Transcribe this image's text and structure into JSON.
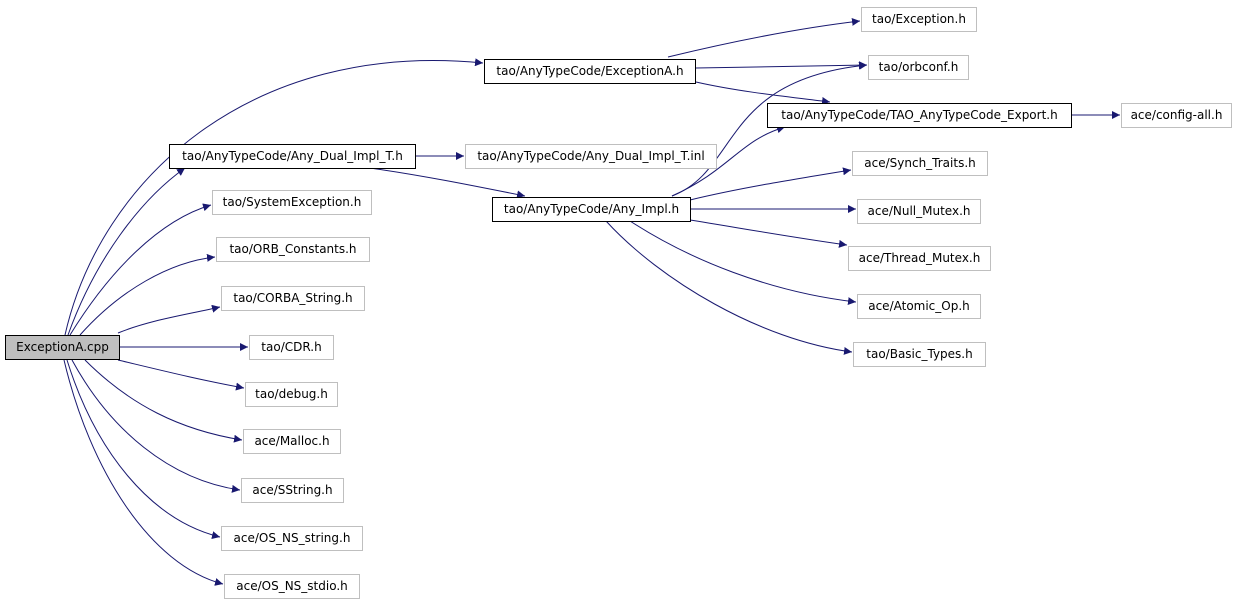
{
  "graph": {
    "colors": {
      "edge": "#191970",
      "node_border_external": "#bfbfbf",
      "node_border_internal": "#000000",
      "root_fill": "#bfbfbf"
    },
    "nodes": {
      "exceptiona_cpp": "ExceptionA.cpp",
      "tao_anytypecode_exceptiona_h": "tao/AnyTypeCode/ExceptionA.h",
      "tao_exception_h": "tao/Exception.h",
      "tao_orbconf_h": "tao/orbconf.h",
      "tao_anytypecode_tao_anytypecode_export_h": "tao/AnyTypeCode/TAO_AnyTypeCode_Export.h",
      "ace_config_all_h": "ace/config-all.h",
      "tao_anytypecode_any_dual_impl_t_h": "tao/AnyTypeCode/Any_Dual_Impl_T.h",
      "tao_anytypecode_any_dual_impl_t_inl": "tao/AnyTypeCode/Any_Dual_Impl_T.inl",
      "tao_anytypecode_any_impl_h": "tao/AnyTypeCode/Any_Impl.h",
      "ace_synch_traits_h": "ace/Synch_Traits.h",
      "ace_null_mutex_h": "ace/Null_Mutex.h",
      "ace_thread_mutex_h": "ace/Thread_Mutex.h",
      "ace_atomic_op_h": "ace/Atomic_Op.h",
      "tao_basic_types_h": "tao/Basic_Types.h",
      "tao_systemexception_h": "tao/SystemException.h",
      "tao_orb_constants_h": "tao/ORB_Constants.h",
      "tao_corba_string_h": "tao/CORBA_String.h",
      "tao_cdr_h": "tao/CDR.h",
      "tao_debug_h": "tao/debug.h",
      "ace_malloc_h": "ace/Malloc.h",
      "ace_sstring_h": "ace/SString.h",
      "ace_os_ns_string_h": "ace/OS_NS_string.h",
      "ace_os_ns_stdio_h": "ace/OS_NS_stdio.h"
    }
  }
}
